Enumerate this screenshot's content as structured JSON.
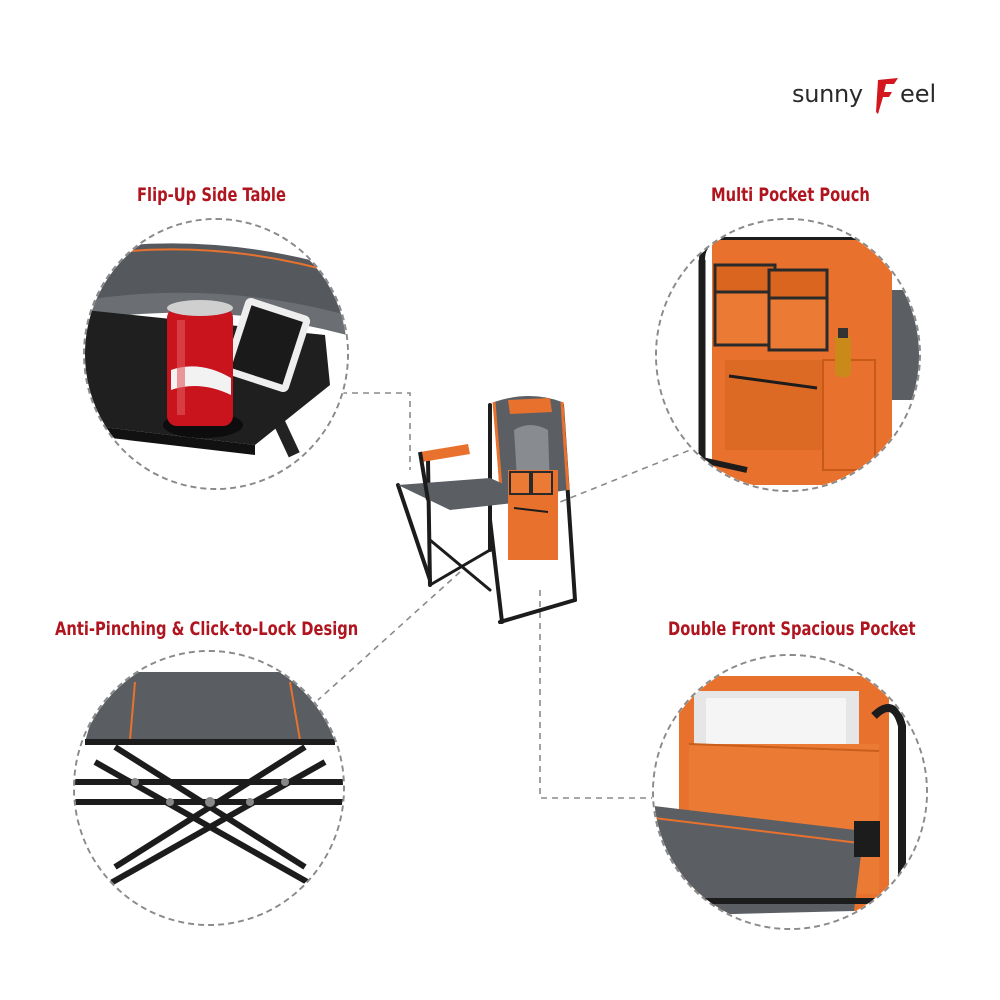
{
  "brand": {
    "prefix": "sunny",
    "suffix": "eel",
    "colors": {
      "text": "#2a2a2a",
      "accent": "#d4161f"
    }
  },
  "features": [
    {
      "title": "Flip-Up Side Table"
    },
    {
      "title": "Multi Pocket Pouch"
    },
    {
      "title": "Anti-Pinching & Click-to-Lock Design"
    },
    {
      "title": "Double Front Spacious Pocket"
    }
  ],
  "colors": {
    "title_red": "#b0151f",
    "orange": "#e8722d",
    "dark_gray": "#4a4d52",
    "frame_black": "#1c1c1c",
    "dashed_gray": "#8a8a8a"
  }
}
